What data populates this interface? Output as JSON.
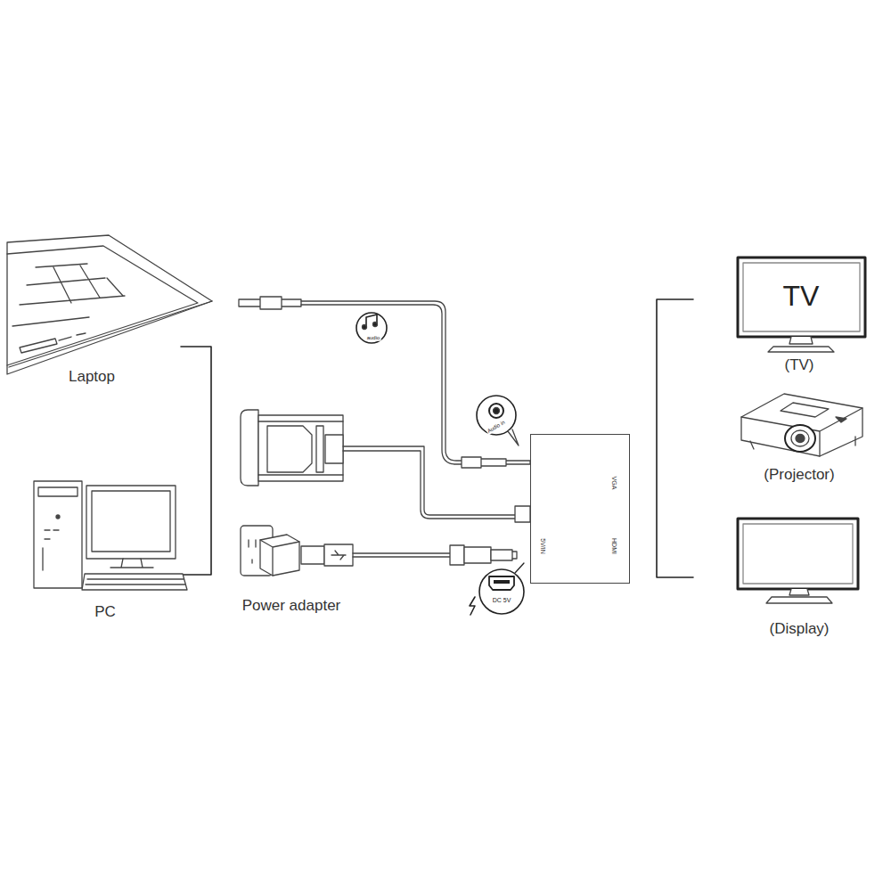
{
  "diagram": {
    "nodes": [
      {
        "text": [
          "TV"
        ]
      },
      {
        "text": [
          "VGA",
          "HDMI",
          "5V/IN"
        ]
      }
    ],
    "labels": [
      "Laptop",
      "PC",
      "Power adapter",
      "audio",
      "Audio in",
      "DC 5V",
      "(TV)",
      "(Projector)",
      "(Display)"
    ]
  }
}
